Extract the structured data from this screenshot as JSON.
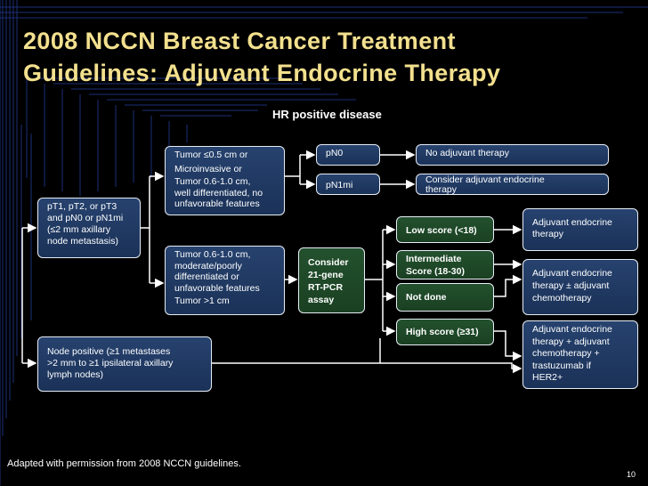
{
  "slide": {
    "title_line1": "2008 NCCN Breast Cancer Treatment",
    "title_line2": "Guidelines: Adjuvant Endocrine Therapy",
    "subtitle": "HR positive disease",
    "footnote": "Adapted with permission from 2008 NCCN guidelines.",
    "page_number": "10",
    "title_color": "#f3e08e"
  },
  "nodes": {
    "node_negative": [
      "pT1, pT2, or pT3",
      "and pN0 or pN1mi",
      "(≤2 mm axillary",
      "node metastasis)"
    ],
    "node_positive": [
      "Node positive (≥1 metastases",
      ">2 mm to ≥1 ipsilateral axillary",
      "lymph nodes)"
    ],
    "tumor_small": [
      "Tumor ≤0.5 cm or",
      "Microinvasive or",
      "Tumor 0.6-1.0 cm,",
      "well differentiated, no",
      "unfavorable features"
    ],
    "tumor_large": [
      "Tumor 0.6-1.0 cm,",
      "moderate/poorly",
      "differentiated or",
      "unfavorable features",
      "Tumor >1 cm"
    ],
    "pn0": "pN0",
    "pn1mi": "pN1mi",
    "no_adjuvant": "No adjuvant therapy",
    "consider_endocrine": [
      "Consider adjuvant endocrine",
      "therapy"
    ],
    "consider_rtpcr": [
      "Consider",
      "21-gene",
      "RT-PCR",
      "assay"
    ],
    "low_score": "Low score (<18)",
    "intermediate_score": [
      "Intermediate",
      "Score (18-30)"
    ],
    "not_done": "Not done",
    "high_score": "High score (≥31)",
    "outcome_endocrine": [
      "Adjuvant endocrine",
      "therapy"
    ],
    "outcome_endocrine_chemo": [
      "Adjuvant endocrine",
      "therapy ± adjuvant",
      "chemotherapy"
    ],
    "outcome_full": [
      "Adjuvant endocrine",
      "therapy + adjuvant",
      "chemotherapy +",
      "trastuzumab if",
      "HER2+"
    ]
  }
}
